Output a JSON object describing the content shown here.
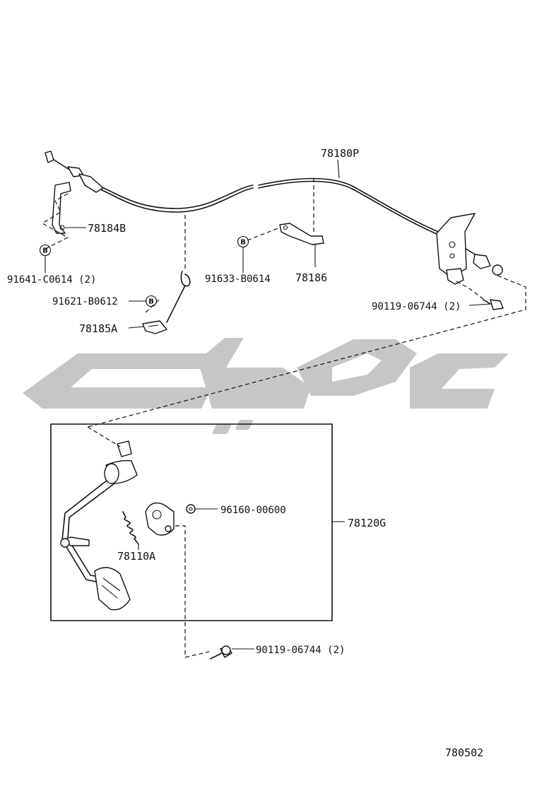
{
  "labels": {
    "cable": "78180P",
    "bracket_left": "78184B",
    "bolt_left": "91641-C0614 (2)",
    "bolt_mid": "91621-B0612",
    "clamp": "78185A",
    "bolt_clamp": "91633-B0614",
    "clamp_right": "78186",
    "bolt_upper_right": "90119-06744 (2)",
    "ring": "96160-00600",
    "spring": "78110A",
    "pedal_assy": "78120G",
    "bolt_lower": "90119-06744 (2)",
    "diagram_code": "780502"
  },
  "markers": {
    "b": "B"
  },
  "colors": {
    "line": "#111111",
    "watermark": "#c6c6c6",
    "background": "#ffffff"
  }
}
